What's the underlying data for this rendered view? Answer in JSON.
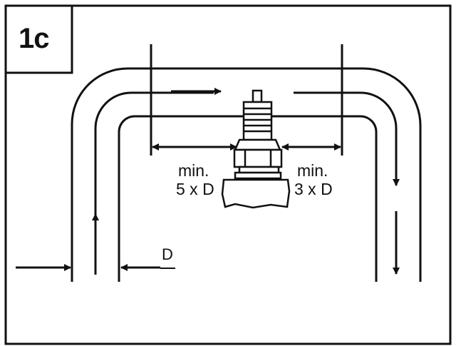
{
  "figure_label": "1c",
  "upstream": {
    "min_label": "min.",
    "multiplier_label": "5 x D"
  },
  "downstream": {
    "min_label": "min.",
    "multiplier_label": "3 x D"
  },
  "diameter_label": "D",
  "colors": {
    "stroke": "#111111",
    "background": "#ffffff"
  }
}
